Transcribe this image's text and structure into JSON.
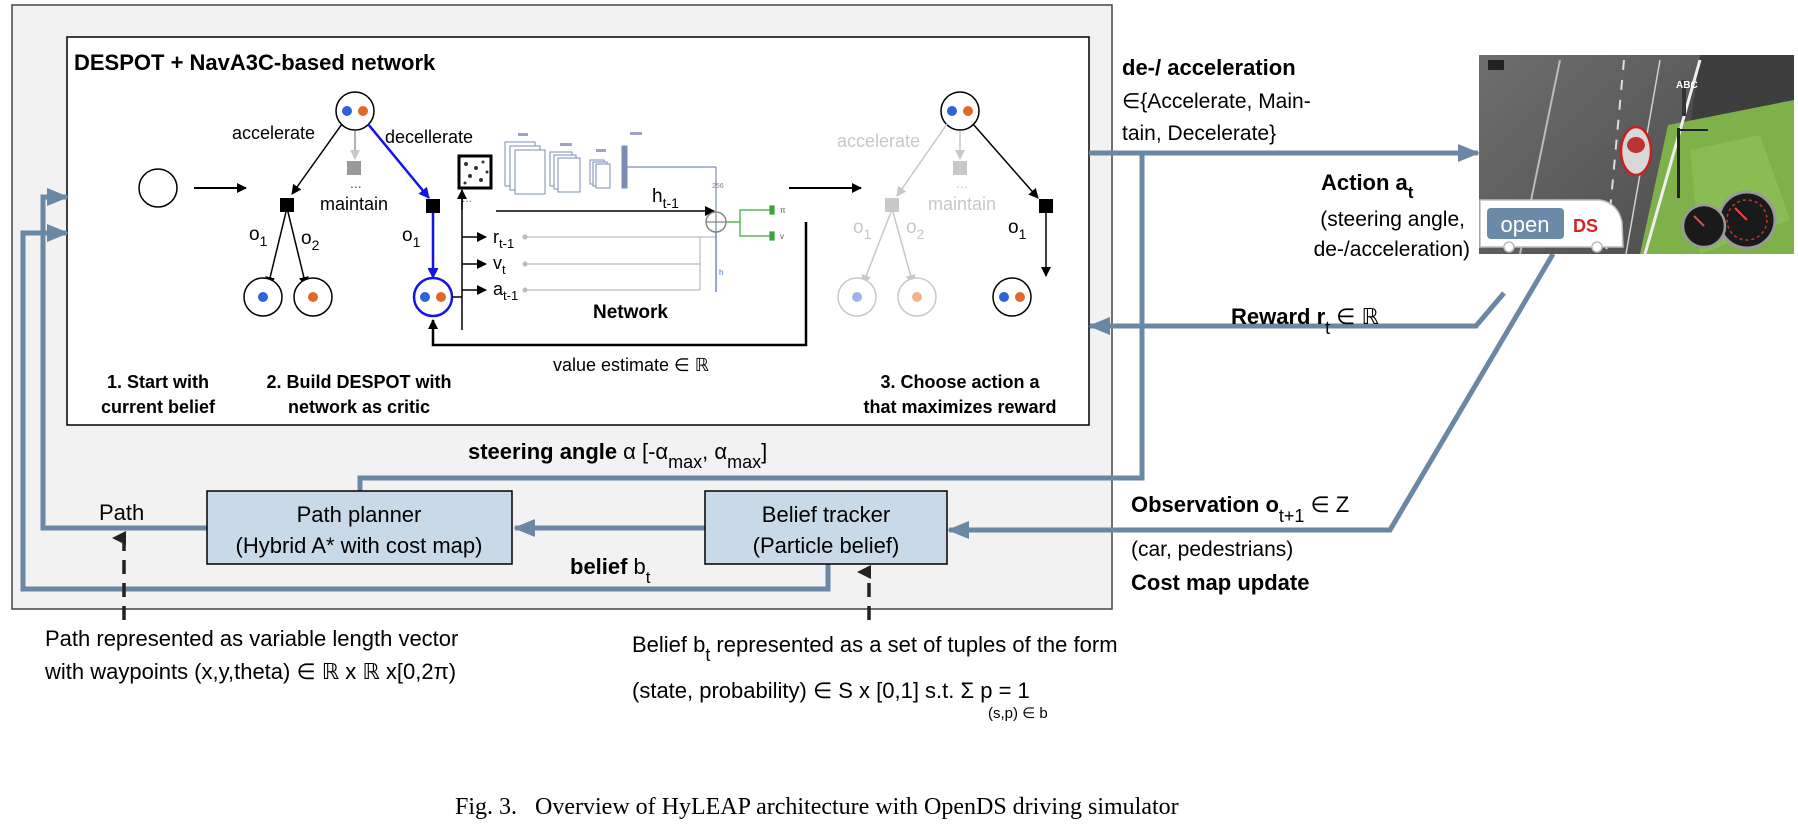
{
  "despot": {
    "title": "DESPOT + NavA3C-based network",
    "accelerate": "accelerate",
    "decellerate": "decellerate",
    "maintain": "maintain",
    "o1": "o",
    "o2": "o",
    "sub1": "1",
    "sub2": "2",
    "dots": "...",
    "h": "h",
    "h_sub": "t-1",
    "r": "r",
    "r_sub": "t-1",
    "v": "v",
    "v_sub": "t",
    "a": "a",
    "a_sub": "t-1",
    "network": "Network",
    "value_estimate": "value estimate ∈ ℝ",
    "step1a": "1. Start with",
    "step1b": "current belief",
    "step2a": "2. Build DESPOT with",
    "step2b": "network as critic",
    "step3a": "3. Choose action a",
    "step3b": "that maximizes reward"
  },
  "right_labels": {
    "deacc_title": "de-/ acceleration",
    "deacc_line2": "∈{Accelerate, Main-",
    "deacc_line3": "tain, Decelerate}",
    "action": "Action a",
    "action_sub": "t",
    "action_line2": "(steering angle,",
    "action_line3": "de-/acceleration)",
    "reward": "Reward r",
    "reward_sub": "t",
    "reward_tail": "∈ ℝ",
    "observation": "Observation o",
    "observation_sub": "t+1",
    "observation_tail": "∈ Z",
    "obs_line2": "(car, pedestrians)",
    "obs_line3": "Cost map update"
  },
  "bottom": {
    "steering_bold": "steering angle",
    "steering_alpha": "α [-α",
    "steering_max1": "max",
    "steering_comma": ", α",
    "steering_max2": "max",
    "steering_end": "]",
    "path": "Path",
    "path_planner_1": "Path planner",
    "path_planner_2": "(Hybrid A* with cost map)",
    "belief_tracker_1": "Belief tracker",
    "belief_tracker_2": "(Particle belief)",
    "belief_bold": "belief",
    "belief_b": "b",
    "belief_sub": "t",
    "path_note_1": "Path represented as variable length vector",
    "path_note_2": "with waypoints (x,y,theta) ∈ ℝ x ℝ x[0,2π)",
    "belief_note_1a": "Belief b",
    "belief_note_1sub": "t",
    "belief_note_1b": "represented as a set of tuples of the form",
    "belief_note_2": "(state, probability) ∈ S x [0,1] s.t. Σ p = 1",
    "belief_note_sub": "(s,p) ∈ b"
  },
  "simulator": {
    "logo_open": "open",
    "logo_ds": "DS"
  },
  "caption": "Fig. 3.   Overview of HyLEAP architecture with OpenDS driving simulator",
  "colors": {
    "flow_arrow": "#6a87a4",
    "tree_blue": "#1414e6",
    "box_fill": "#c9d9e8",
    "panel_fill": "#f2f2f2",
    "dot_blue": "#2f62d8",
    "dot_orange": "#e0692a"
  }
}
